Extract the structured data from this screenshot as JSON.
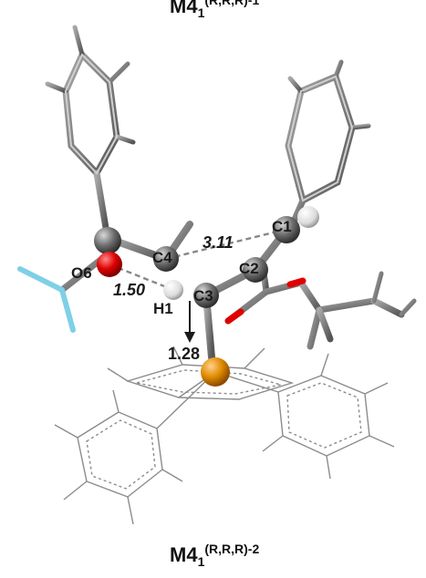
{
  "titles": {
    "top": {
      "main": "M4",
      "sub": "1",
      "sup": "(R,R,R)",
      "tail": "-1"
    },
    "bottom": {
      "main": "M4",
      "sub": "1",
      "sup": "(R,R,R)",
      "tail": "-2"
    }
  },
  "atom_labels": {
    "c1": "C1",
    "c2": "C2",
    "c3": "C3",
    "c4": "C4",
    "o6": "O6",
    "h1": "H1"
  },
  "distances": {
    "c4_c1": "3.11",
    "o6_h1": "1.50",
    "h1_p": "1.28"
  },
  "colors": {
    "carbon": "#7a7a7a",
    "hydrogen": "#f2f2f2",
    "oxygen": "#e00000",
    "fluorine": "#7fd0e6",
    "phosphorus": "#e08a00",
    "wire": "#8c8c8c"
  }
}
